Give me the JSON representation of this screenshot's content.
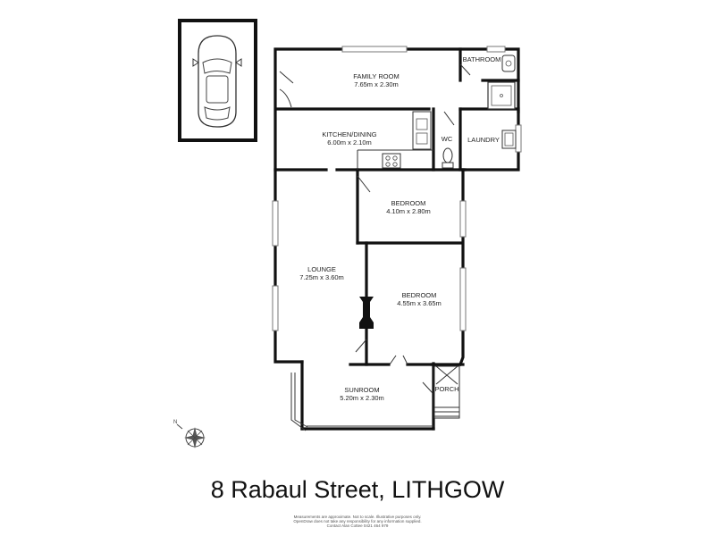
{
  "title": "8 Rabaul Street, LITHGOW",
  "rooms": {
    "family_room": {
      "name": "FAMILY ROOM",
      "size": "7.65m x 2.30m"
    },
    "bathroom": {
      "name": "BATHROOM"
    },
    "kitchen_dining": {
      "name": "KITCHEN/DINING",
      "size": "6.00m x 2.10m"
    },
    "wc": {
      "name": "WC"
    },
    "laundry": {
      "name": "LAUNDRY"
    },
    "bedroom_1": {
      "name": "BEDROOM",
      "size": "4.10m x 2.80m"
    },
    "lounge": {
      "name": "LOUNGE",
      "size": "7.25m x 3.60m"
    },
    "bedroom_2": {
      "name": "BEDROOM",
      "size": "4.55m x 3.65m"
    },
    "sunroom": {
      "name": "SUNROOM",
      "size": "5.20m x 2.30m"
    },
    "porch": {
      "name": "PORCH"
    }
  },
  "disclaimer": [
    "Measurements are approximate. Not to scale. Illustrative purposes only.",
    "OpenDraw does not take any responsibility for any information supplied.",
    "Contact Alan Cottee 0421 464 979"
  ]
}
